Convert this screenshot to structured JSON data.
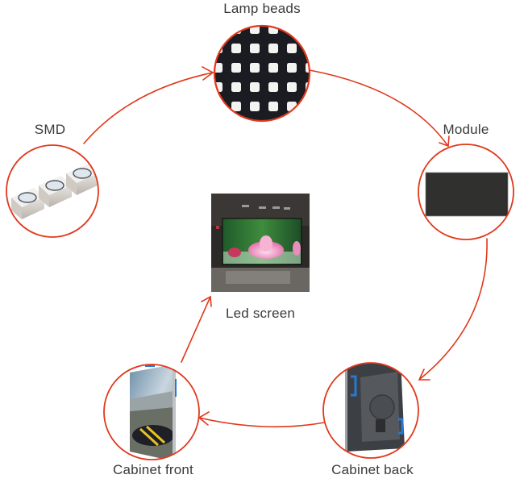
{
  "diagram": {
    "title": "",
    "accent_color": "#e0391c",
    "flow": [
      "SMD",
      "Lamp beads",
      "Module",
      "Cabinet back",
      "Cabinet front",
      "Led screen"
    ],
    "nodes": {
      "smd": {
        "label": "SMD",
        "icon": "smd-led-chips-icon"
      },
      "lamp_beads": {
        "label": "Lamp beads",
        "icon": "lamp-bead-grid-icon"
      },
      "module": {
        "label": "Module",
        "icon": "led-module-panel-icon"
      },
      "cabinet_back": {
        "label": "Cabinet back",
        "icon": "cabinet-back-icon"
      },
      "cabinet_front": {
        "label": "Cabinet front",
        "icon": "cabinet-front-icon"
      },
      "led_screen": {
        "label": "Led screen",
        "icon": "led-screen-photo-icon"
      }
    },
    "edges": [
      {
        "from": "SMD",
        "to": "Lamp beads"
      },
      {
        "from": "Lamp beads",
        "to": "Module"
      },
      {
        "from": "Module",
        "to": "Cabinet back"
      },
      {
        "from": "Cabinet back",
        "to": "Cabinet front"
      },
      {
        "from": "Cabinet front",
        "to": "Led screen"
      }
    ]
  }
}
